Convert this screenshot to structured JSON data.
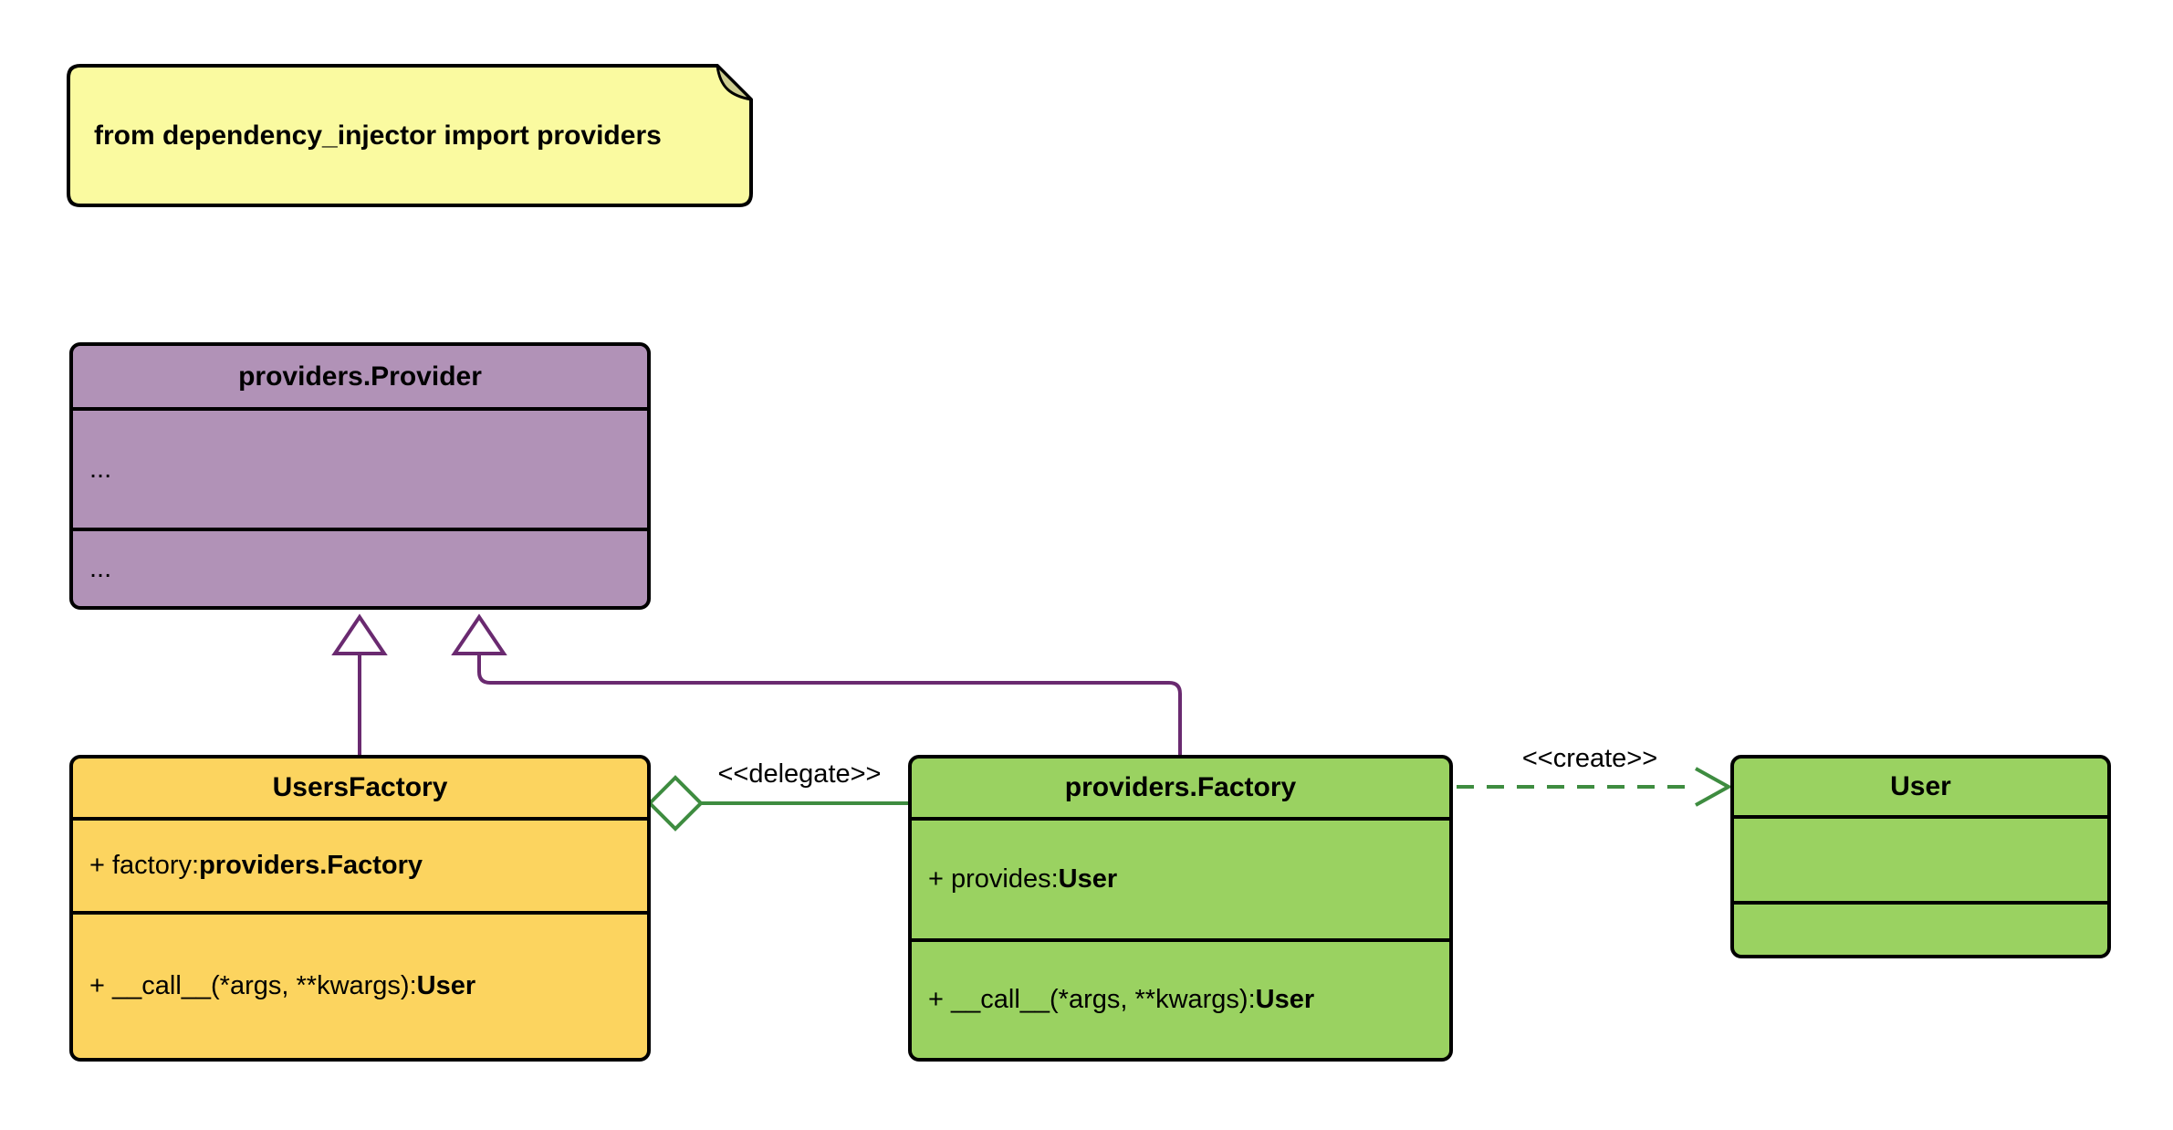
{
  "note": {
    "text": "from dependency_injector import providers"
  },
  "classes": {
    "provider": {
      "title": "providers.Provider",
      "attribute": "...",
      "method": "..."
    },
    "users_factory": {
      "title": "UsersFactory",
      "attribute_prefix": "+ factory: ",
      "attribute_type": "providers.Factory",
      "method_prefix": "+ __call__(*args, **kwargs): ",
      "method_type": "User"
    },
    "factory": {
      "title": "providers.Factory",
      "attribute_prefix": "+ provides: ",
      "attribute_type": "User",
      "method_prefix": "+ __call__(*args, **kwargs): ",
      "method_type": "User"
    },
    "user": {
      "title": "User"
    }
  },
  "relations": {
    "delegate_label": "<<delegate>>",
    "create_label": "<<create>>"
  },
  "colors": {
    "note_fill": "#fafaa0",
    "note_fold": "#cece91",
    "provider_fill": "#b192b7",
    "users_factory_fill": "#fcd45f",
    "factory_fill": "#9ad261",
    "inherit_line": "#6a2a70",
    "relation_line": "#3e8c40",
    "border": "#000000"
  }
}
